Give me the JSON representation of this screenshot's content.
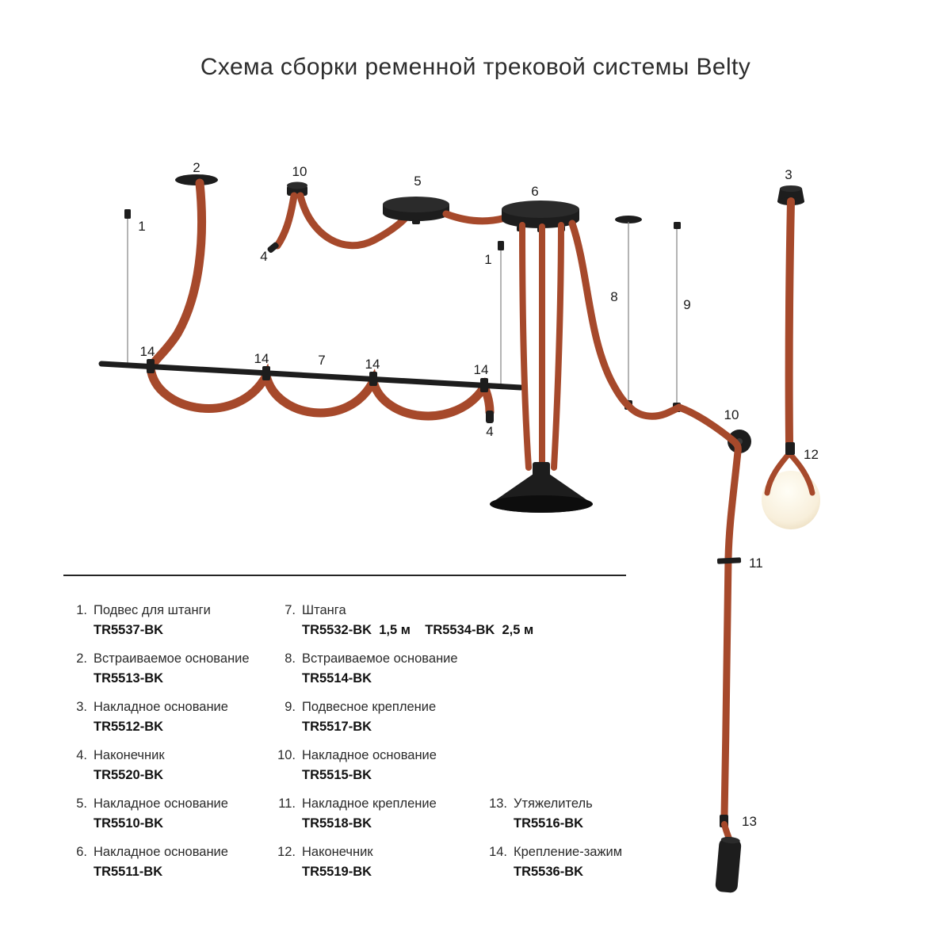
{
  "title": "Схема сборки ременной трековой системы Belty",
  "diagram": {
    "callouts": [
      "2",
      "10",
      "5",
      "6",
      "3",
      "1",
      "4",
      "1",
      "8",
      "9",
      "14",
      "14",
      "7",
      "14",
      "14",
      "4",
      "10",
      "12",
      "11",
      "13"
    ],
    "colors": {
      "belt": "#A6492B",
      "fixture": "#1D1D1D",
      "wire": "#8B8B8B",
      "lamp": "#FBF3DE"
    }
  },
  "legend": {
    "columns": [
      {
        "items": [
          {
            "num": "1.",
            "name": "Подвес для штанги",
            "code": "TR5537-BK"
          },
          {
            "num": "2.",
            "name": "Встраиваемое основание",
            "code": "TR5513-BK"
          },
          {
            "num": "3.",
            "name": "Накладное основание",
            "code": "TR5512-BK"
          },
          {
            "num": "4.",
            "name": "Наконечник",
            "code": "TR5520-BK"
          },
          {
            "num": "5.",
            "name": "Накладное основание",
            "code": "TR5510-BK"
          },
          {
            "num": "6.",
            "name": "Накладное основание",
            "code": "TR5511-BK"
          }
        ]
      },
      {
        "items": [
          {
            "num": "7.",
            "name": "Штанга",
            "code": "TR5532-BK  1,5 м    TR5534-BK  2,5 м"
          },
          {
            "num": "8.",
            "name": "Встраиваемое основание",
            "code": "TR5514-BK"
          },
          {
            "num": "9.",
            "name": "Подвесное крепление",
            "code": "TR5517-BK"
          },
          {
            "num": "10.",
            "name": "Накладное основание",
            "code": "TR5515-BK"
          },
          {
            "num": "11.",
            "name": "Накладное крепление",
            "code": "TR5518-BK"
          },
          {
            "num": "12.",
            "name": "Наконечник",
            "code": "TR5519-BK"
          }
        ]
      },
      {
        "items": [
          {
            "num": "13.",
            "name": "Утяжелитель",
            "code": "TR5516-BK"
          },
          {
            "num": "14.",
            "name": "Крепление-зажим",
            "code": "TR5536-BK"
          }
        ]
      }
    ]
  }
}
